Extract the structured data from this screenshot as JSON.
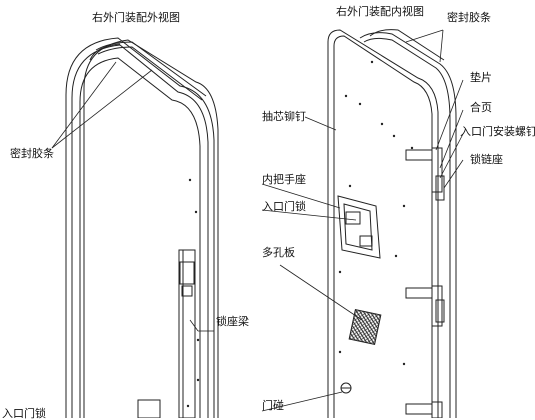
{
  "left_view": {
    "title": "右外门装配外视图",
    "labels": {
      "seal": "密封胶条",
      "lock_beam": "锁座梁",
      "entrance_lock": "入口门锁"
    }
  },
  "right_view": {
    "title": "右外门装配内视图",
    "labels": {
      "seal": "密封胶条",
      "shim": "垫片",
      "hinge": "合页",
      "hinge_bolt": "入口门安装螺钉",
      "latch_seat": "锁链座",
      "blind_rivet": "抽芯铆钉",
      "inner_handle_seat": "内把手座",
      "entrance_lock": "入口门锁",
      "perforated_plate": "多孔板",
      "door_stop": "门碰"
    }
  }
}
